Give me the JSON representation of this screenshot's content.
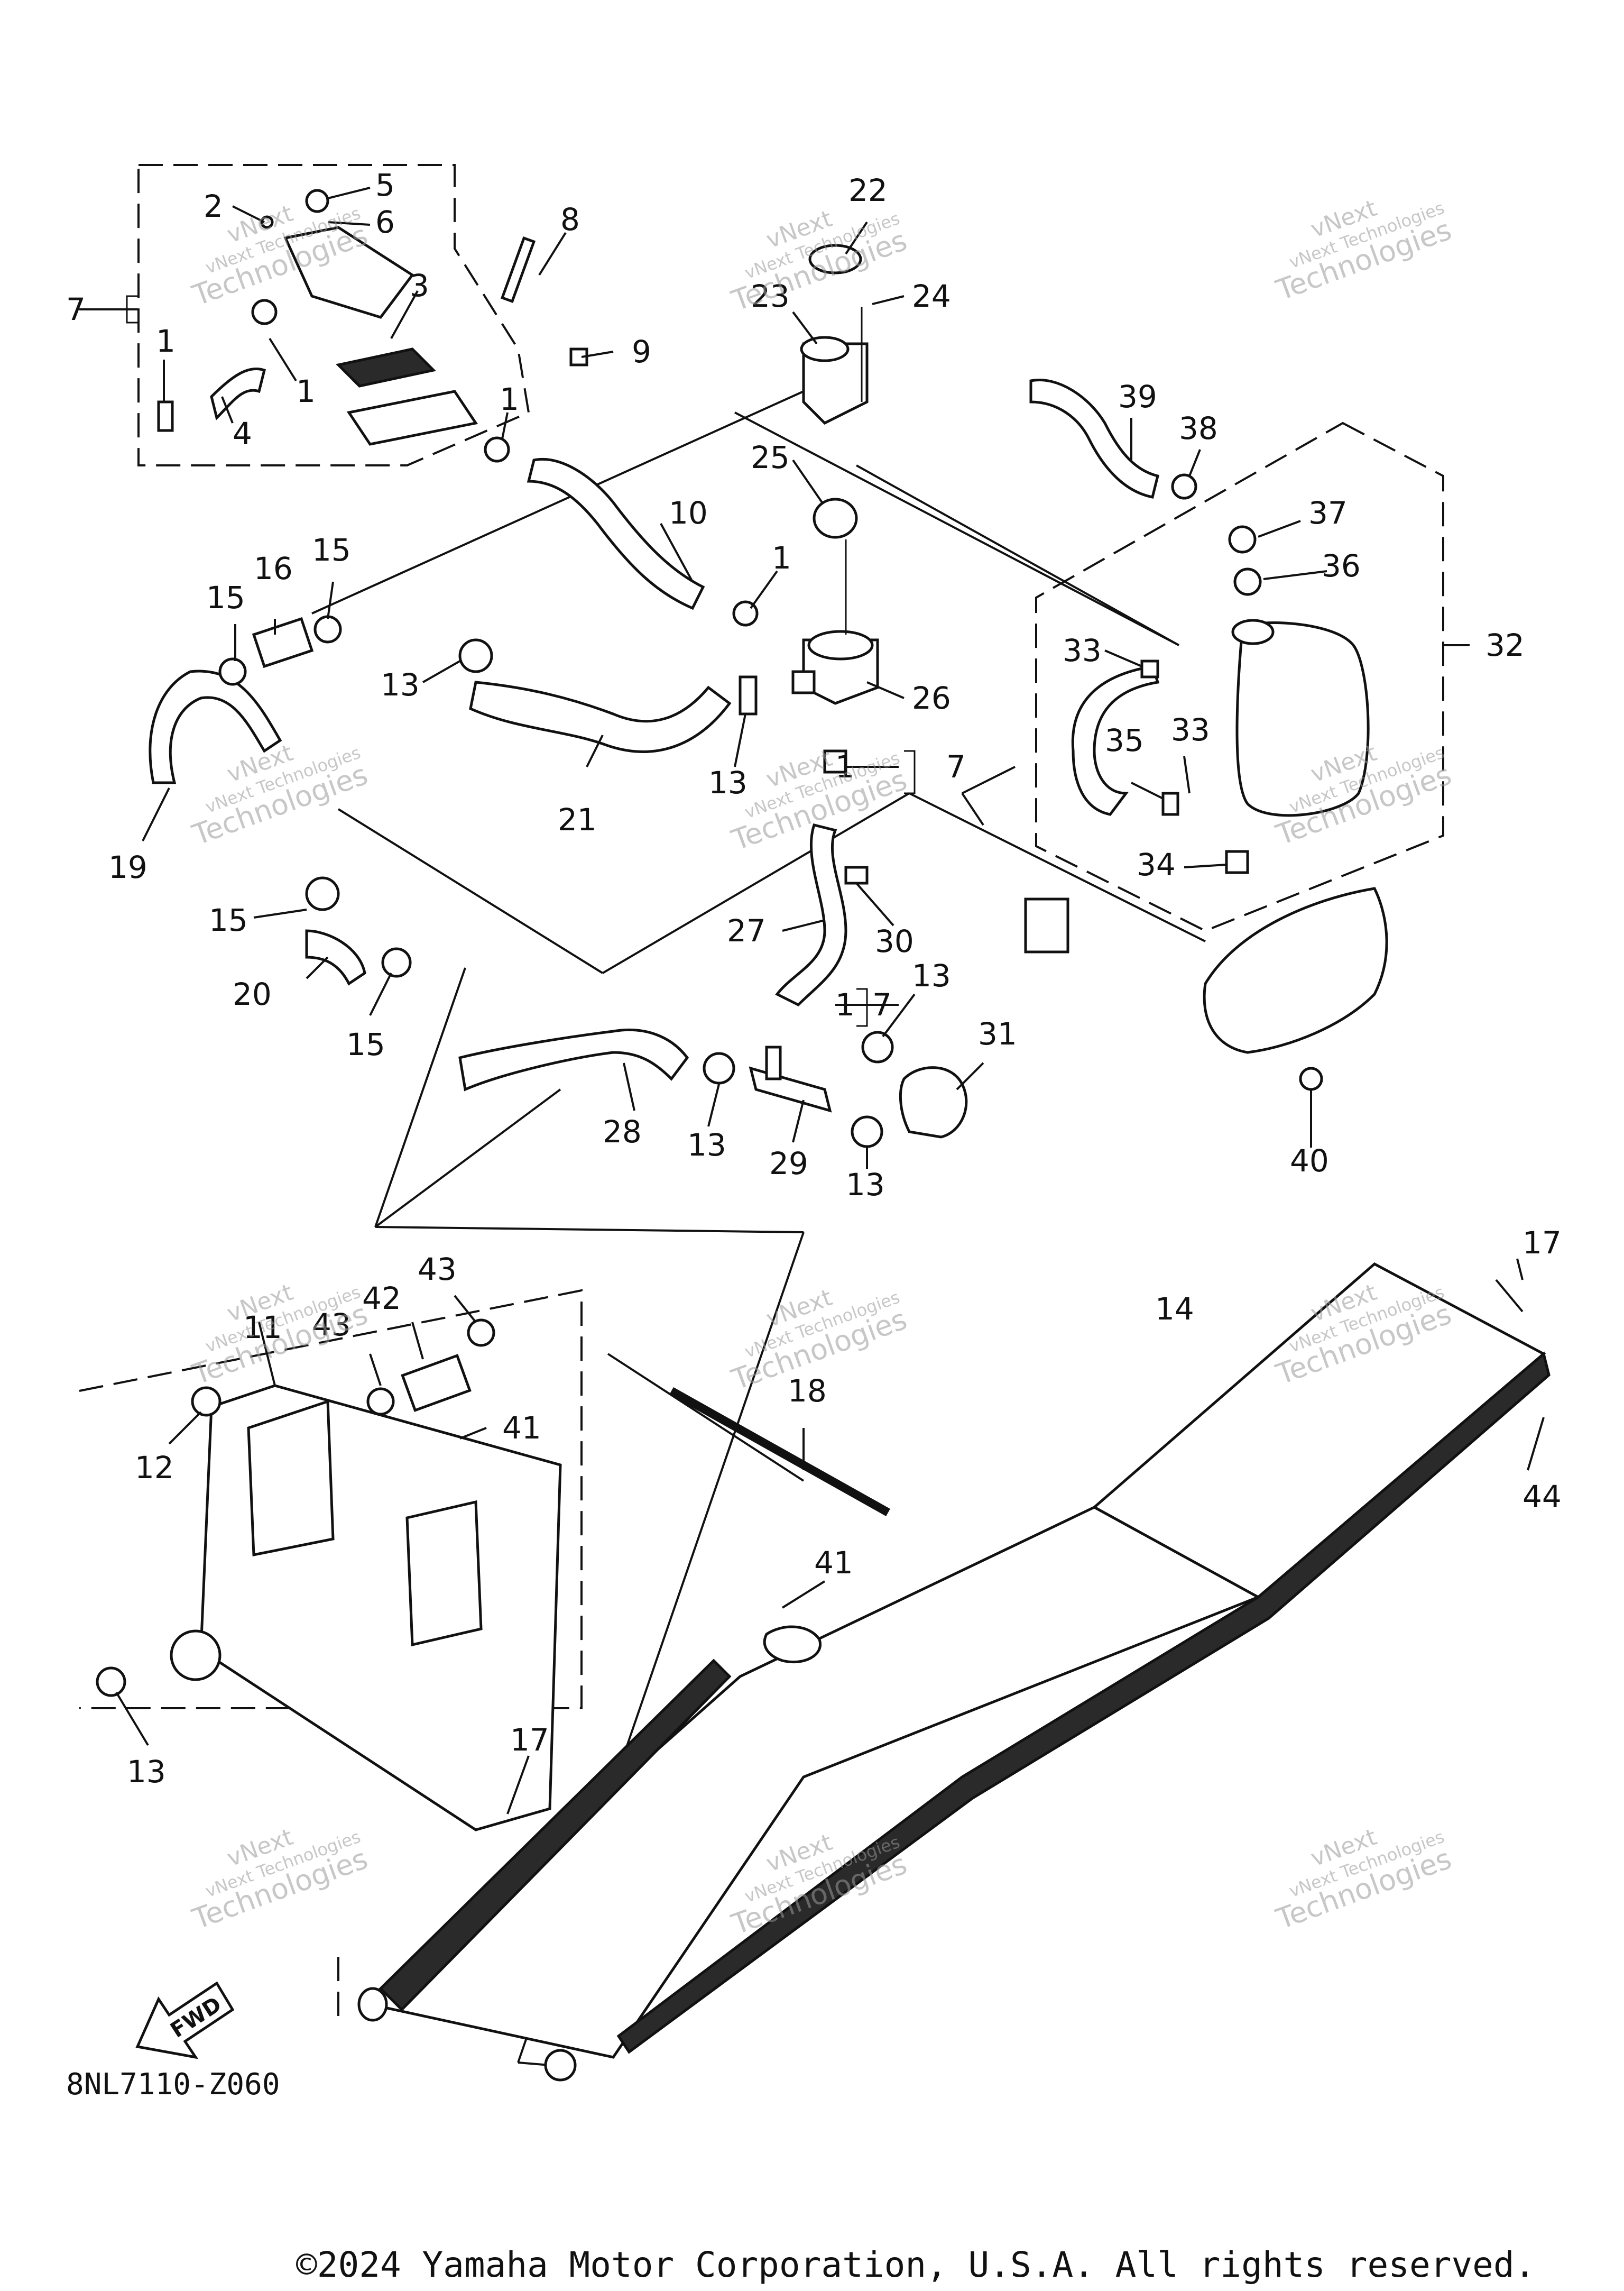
{
  "callouts": [
    "1",
    "2",
    "3",
    "4",
    "5",
    "6",
    "7",
    "8",
    "9",
    "10",
    "11",
    "12",
    "13",
    "14",
    "15",
    "16",
    "17",
    "18",
    "19",
    "20",
    "21",
    "22",
    "23",
    "24",
    "25",
    "26",
    "27",
    "28",
    "29",
    "30",
    "31",
    "32",
    "33",
    "34",
    "35",
    "36",
    "37",
    "38",
    "39",
    "40",
    "41",
    "42",
    "43",
    "44"
  ],
  "watermark": {
    "line1": "vNext",
    "line2": "vNext Technologies",
    "line3": "Technologies"
  },
  "fwd_label": "FWD",
  "diagram_code": "8NL7110-Z060",
  "copyright": "©2024 Yamaha Motor Corporation, U.S.A. All rights reserved."
}
